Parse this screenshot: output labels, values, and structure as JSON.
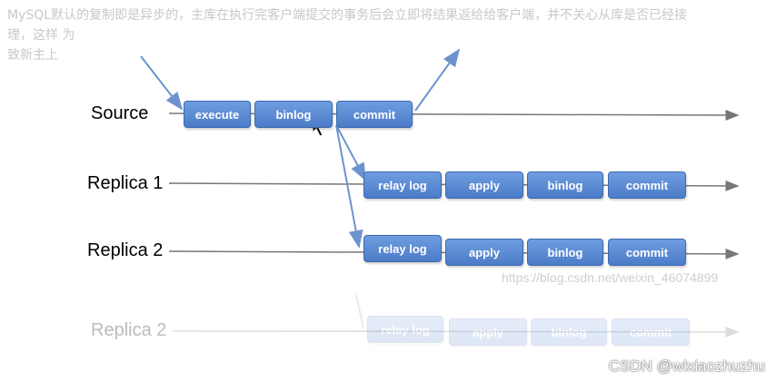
{
  "background_text": {
    "lines": [
      "MySQL默认的复制即是异步的，主库在执行完客户端提交的事务后会立即将结果返给给客户端，并不关心从库是否已经接",
      "理，这样                                                                                                              为",
      "致新主上"
    ]
  },
  "diagram": {
    "rows": [
      {
        "label": "Source",
        "steps": [
          "execute",
          "binlog",
          "commit"
        ]
      },
      {
        "label": "Replica 1",
        "steps": [
          "relay log",
          "apply",
          "binlog",
          "commit"
        ]
      },
      {
        "label": "Replica 2",
        "steps": [
          "relay log",
          "apply",
          "binlog",
          "commit"
        ]
      }
    ],
    "reflection": {
      "label": "Replica 2",
      "steps": [
        "relay log",
        "apply",
        "binlog",
        "commit"
      ]
    }
  },
  "watermarks": {
    "url": "https://blog.csdn.net/weixin_46074899",
    "credit": "CSDN @wlxiaozhuzhu"
  },
  "colors": {
    "box": "#5a8bd6",
    "arrow": "#6d93cf",
    "line": "#777777"
  }
}
